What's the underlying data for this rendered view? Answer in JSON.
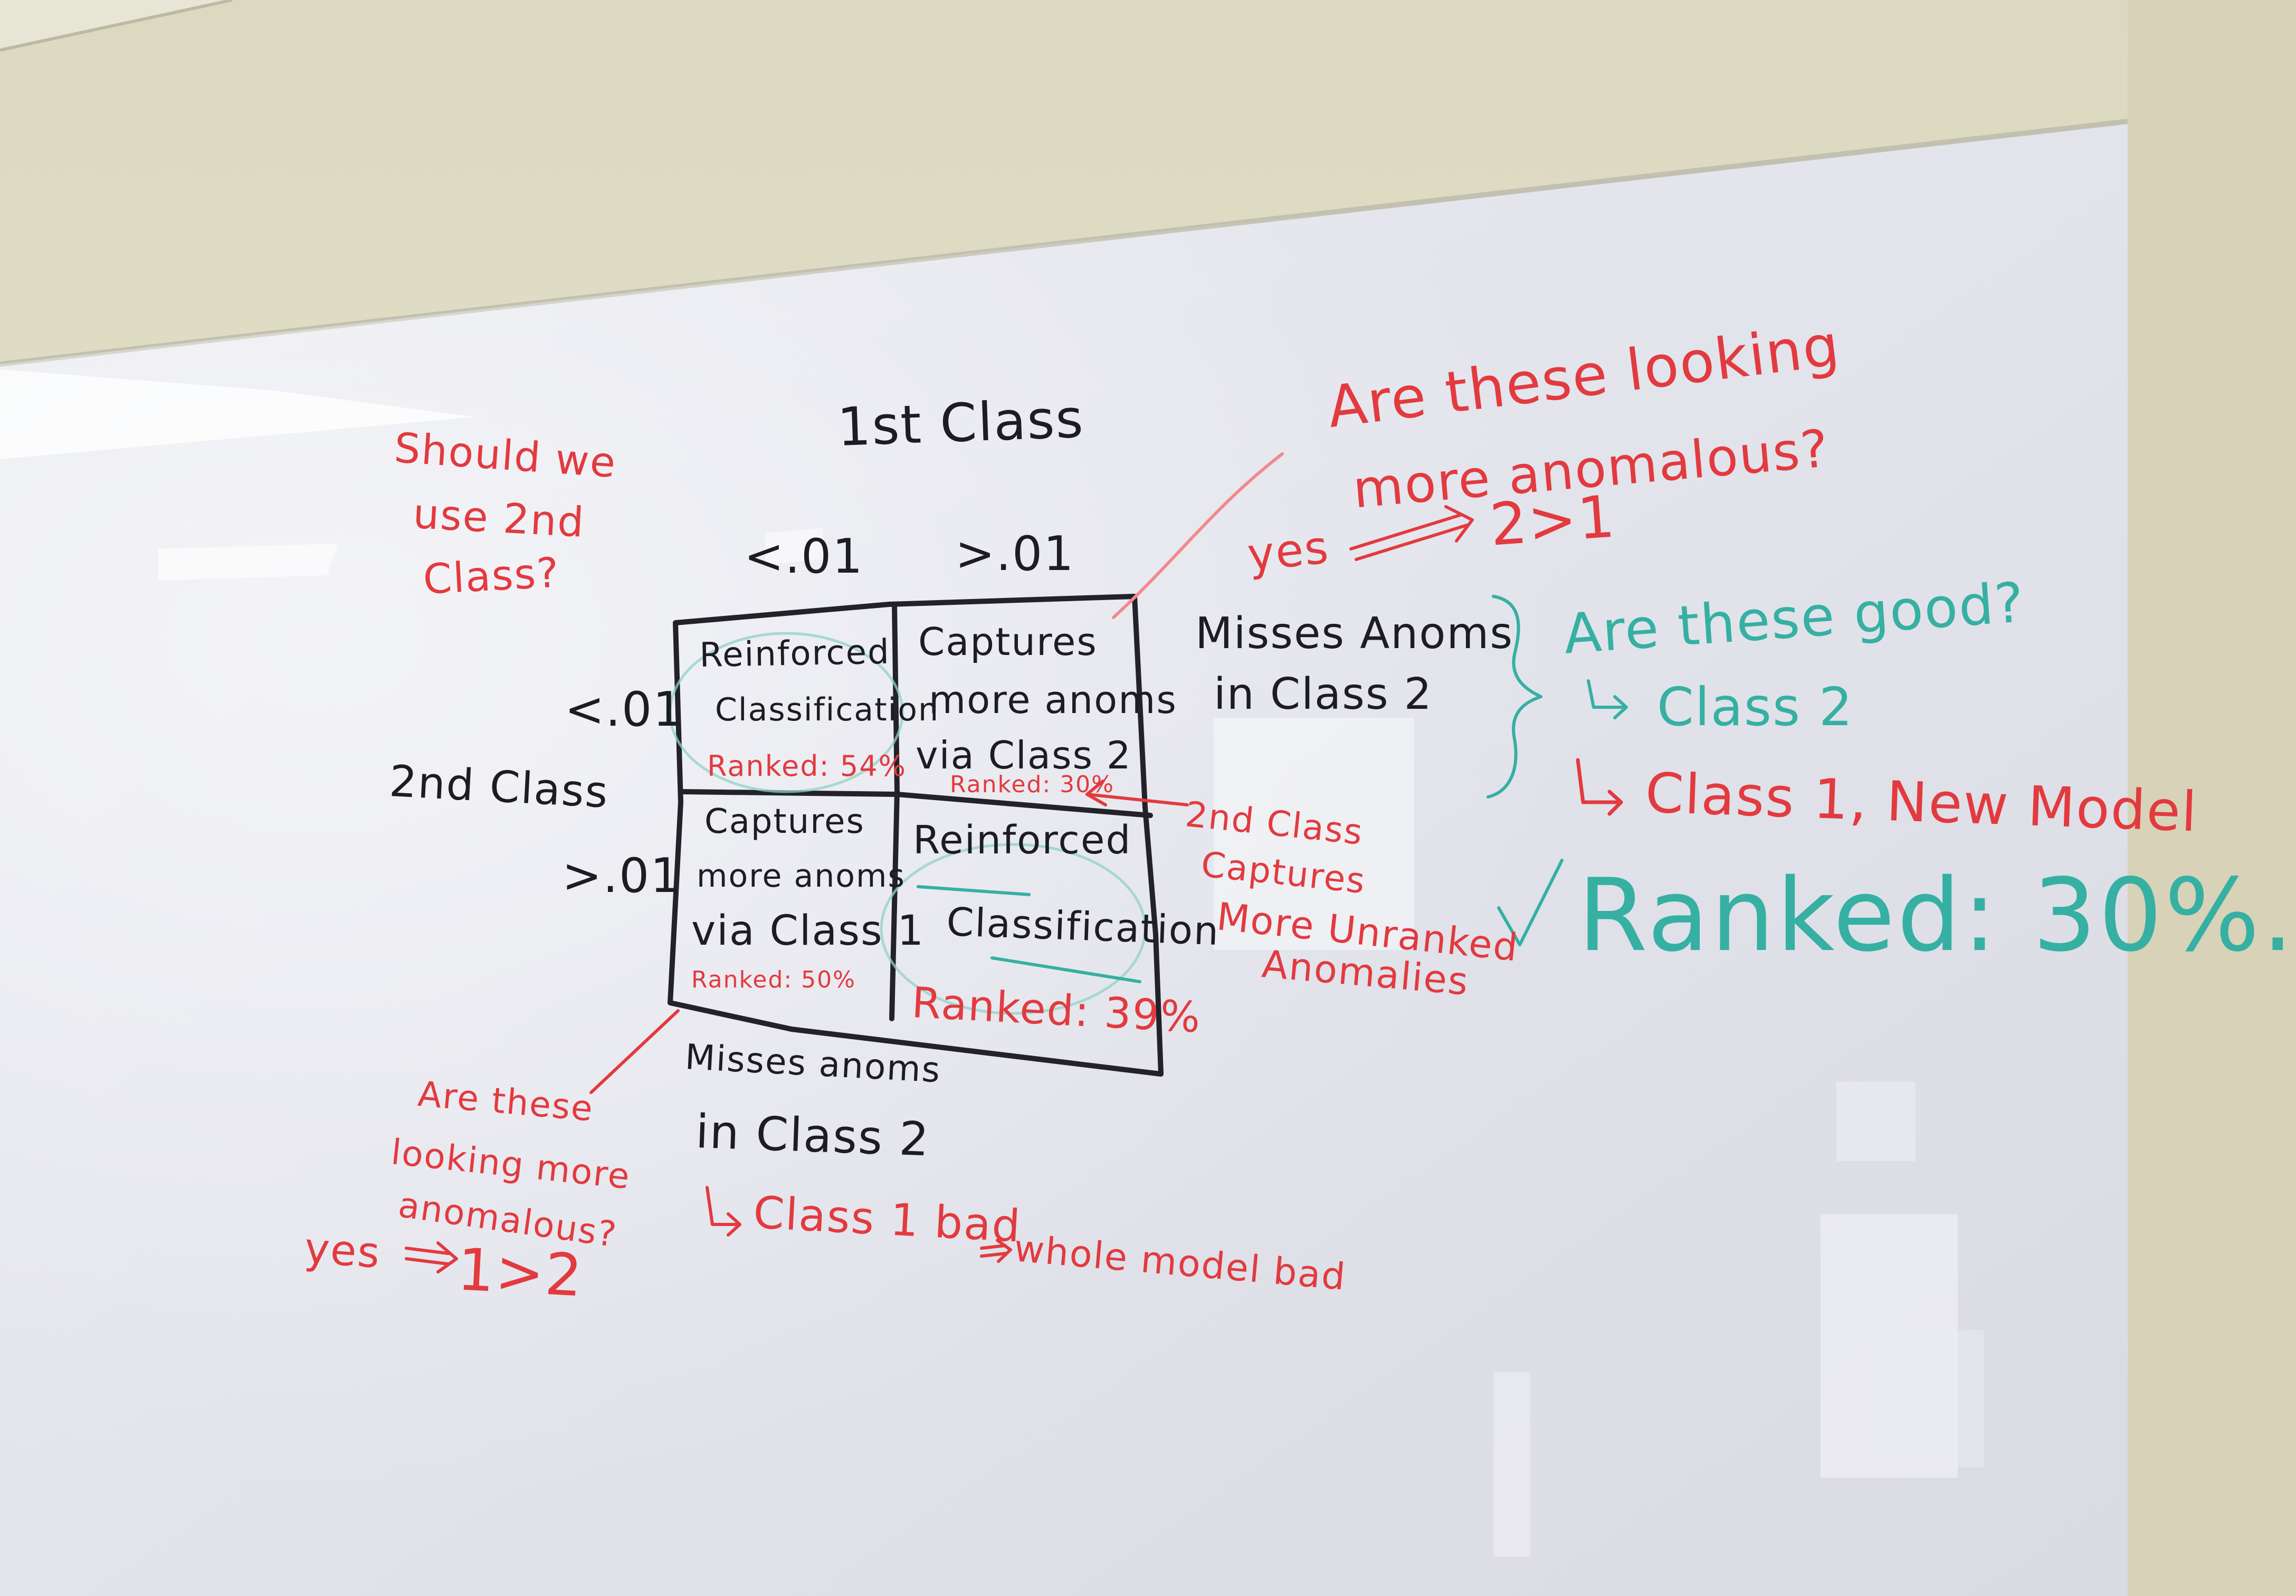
{
  "colors": {
    "marker_black": "#1c1c22",
    "marker_red": "#e23a3f",
    "marker_teal": "#35b0a3",
    "board": "#e6e7ee",
    "wall": "#e0dcc2"
  },
  "whiteboard": {
    "header": {
      "first_class": "1st Class",
      "col_low": "<.01",
      "col_high": ">.01",
      "second_class": "2nd Class",
      "row_low": "<.01",
      "row_high": ">.01"
    },
    "cells": {
      "top_left": {
        "line1": "Reinforced",
        "line2": "Classification",
        "ranked": "Ranked: 54%"
      },
      "top_right": {
        "line1": "Captures",
        "line2": "more anoms",
        "line3": "via Class 2",
        "ranked": "Ranked: 30%"
      },
      "bottom_left": {
        "line1": "Captures",
        "line2": "more anoms",
        "line3": "via Class 1",
        "ranked": "Ranked: 50%"
      },
      "bottom_right": {
        "line1": "Reinforced",
        "line2": "Classification",
        "ranked": "Ranked: 39%"
      }
    },
    "top_left_note": {
      "line1": "Should we",
      "line2": "use 2nd",
      "line3": "Class?"
    },
    "top_right_note": {
      "line1": "Are these looking",
      "line2": "more anomalous?",
      "yes": "yes",
      "result": "2>1"
    },
    "right_column": {
      "misses1": "Misses Anoms",
      "misses2": "in Class 2"
    },
    "teal_note": {
      "question": "Are these good?",
      "answer": "Class 2",
      "ranked": "Ranked: 30%."
    },
    "red_right": "Class 1, New Model",
    "second_class_note": {
      "line1": "2nd Class",
      "line2": "Captures",
      "line3": "More Unranked",
      "line4": "Anomalies"
    },
    "bottom_middle": {
      "line1": "Misses anoms",
      "line2": "in Class 2",
      "line3": "Class 1 bad",
      "line4": "whole model bad"
    },
    "bottom_left_note": {
      "line1": "Are these",
      "line2": "looking more",
      "line3": "anomalous?",
      "yes": "yes",
      "result": "1>2"
    }
  }
}
